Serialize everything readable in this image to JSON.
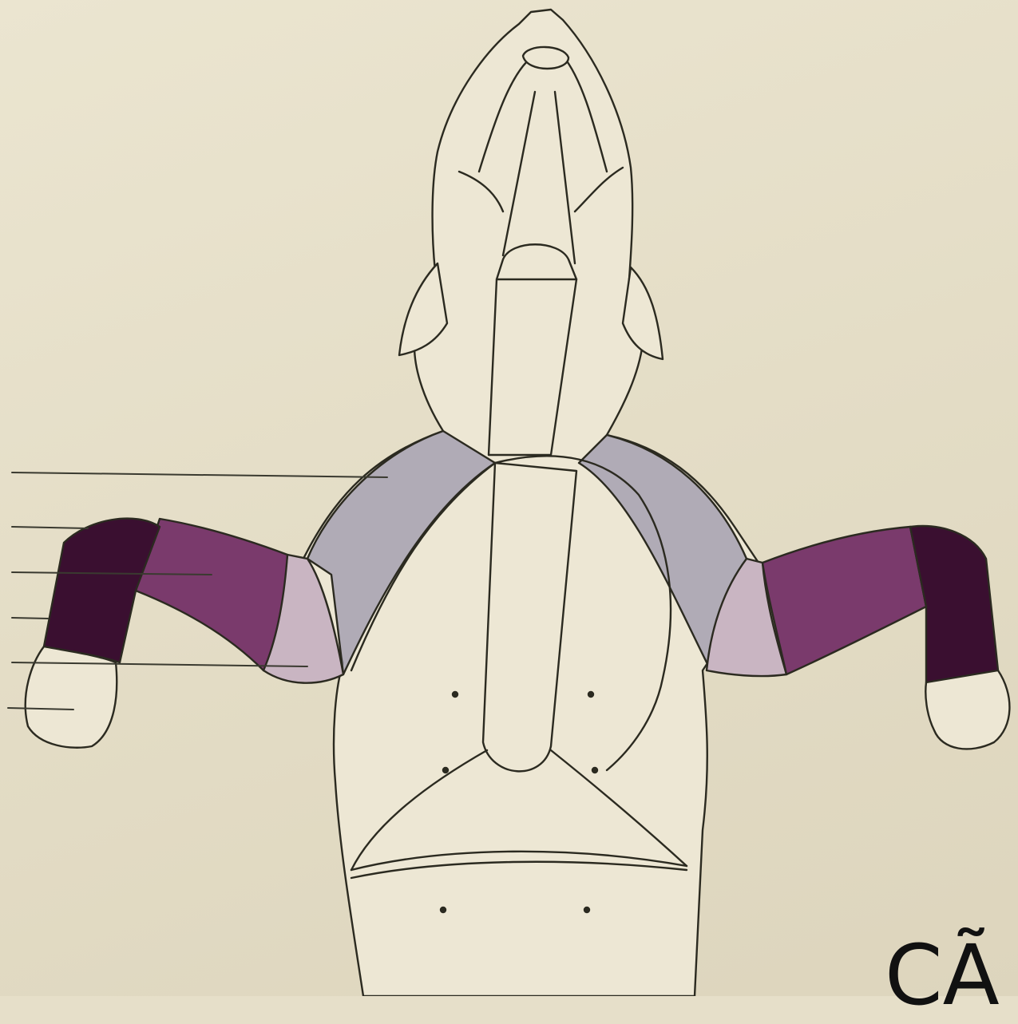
{
  "figure": {
    "caption_text": "CÃ",
    "colors": {
      "background": "#e6dfc9",
      "skin": "#ede7d4",
      "outline": "#2b2a20",
      "shoulder_region": "#a8a4b2",
      "elbow_region": "#c9b5c2",
      "forearm_region": "#7a3a6c",
      "carpal_region": "#3a0f30"
    },
    "pointer_lines": [
      {
        "name": "label-line-1"
      },
      {
        "name": "label-line-2"
      },
      {
        "name": "label-line-3"
      },
      {
        "name": "label-line-4"
      },
      {
        "name": "label-line-5"
      },
      {
        "name": "label-line-6"
      }
    ]
  }
}
